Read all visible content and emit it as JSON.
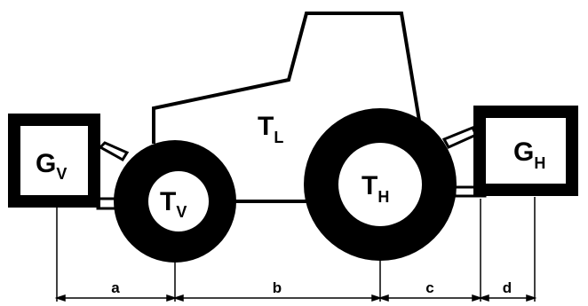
{
  "labels": {
    "front_ballast": {
      "main": "G",
      "sub": "V"
    },
    "rear_ballast": {
      "main": "G",
      "sub": "H"
    },
    "front_wheel": {
      "main": "T",
      "sub": "V"
    },
    "rear_wheel": {
      "main": "T",
      "sub": "H"
    },
    "body": {
      "main": "T",
      "sub": "L"
    }
  },
  "dimensions": {
    "a": "a",
    "b": "b",
    "c": "c",
    "d": "d"
  }
}
